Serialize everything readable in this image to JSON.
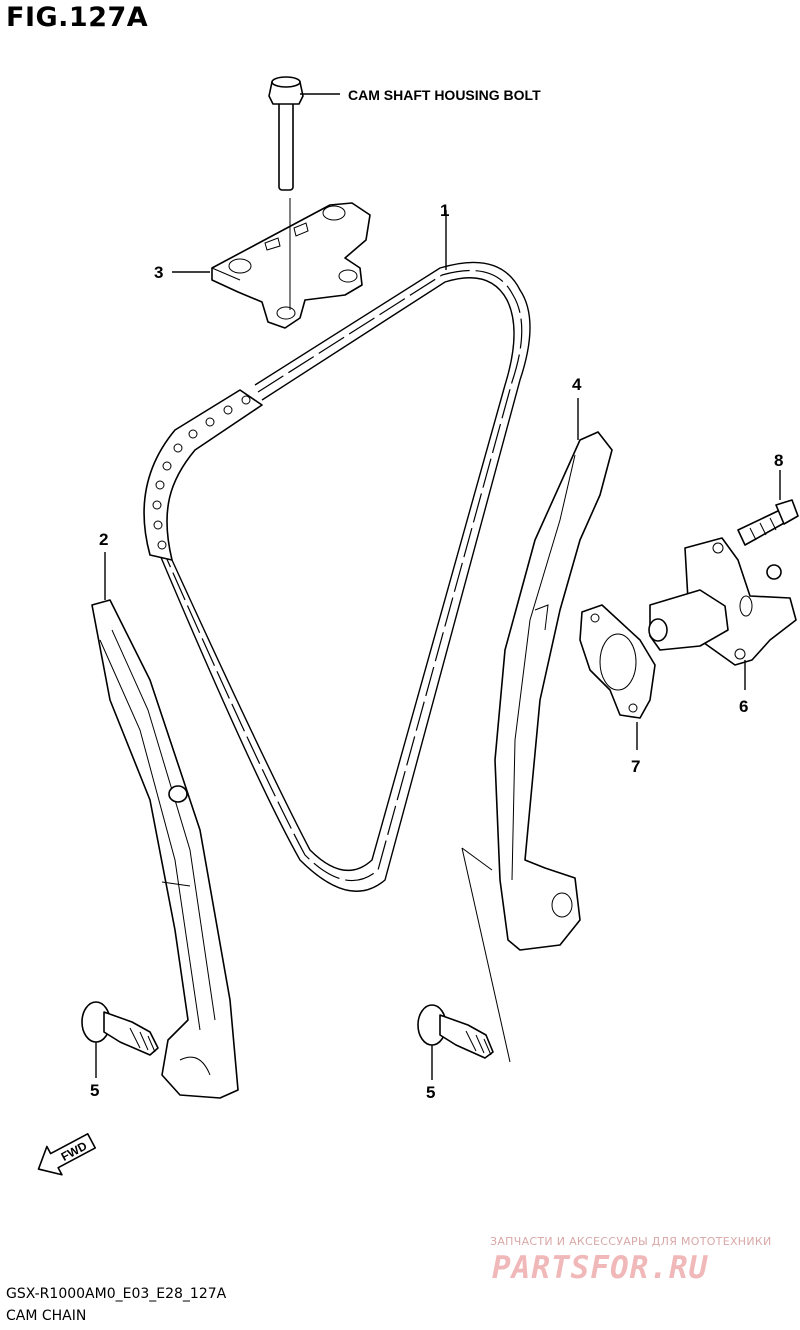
{
  "figure": {
    "title": "FIG.127A"
  },
  "labels": {
    "bolt": "CAM SHAFT HOUSING BOLT",
    "parts": [
      "1",
      "2",
      "3",
      "4",
      "5",
      "5",
      "6",
      "7",
      "8"
    ],
    "fwd": "FWD"
  },
  "watermark": {
    "tagline": "ЗАПЧАСТИ И АКСЕССУАРЫ ДЛЯ МОТОТЕХНИКИ",
    "brand": "PARTSFOR.RU"
  },
  "footer": {
    "code": "GSX-R1000AM0_E03_E28_127A",
    "name": "CAM CHAIN"
  },
  "colors": {
    "line": "#000000",
    "watermark": "#f0b8b8"
  }
}
